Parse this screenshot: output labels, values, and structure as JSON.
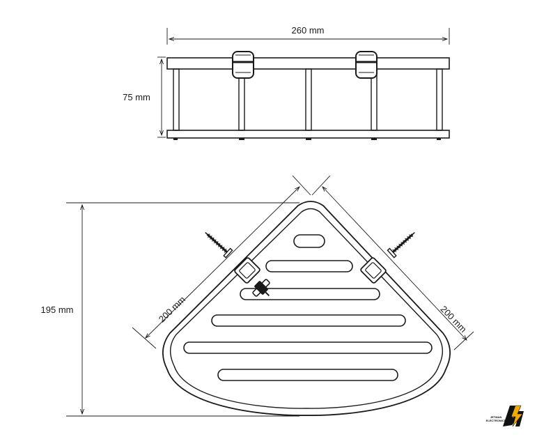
{
  "front_view": {
    "width_label": "260 mm",
    "height_label": "75 mm"
  },
  "top_view": {
    "depth_label": "195 mm",
    "left_side_label": "200 mm",
    "right_side_label": "200 mm"
  },
  "logo": {
    "line1": "JETMAN",
    "line2": "ELECTRONICS",
    "colors": {
      "accent": "#f2a900",
      "dark": "#111111"
    }
  }
}
